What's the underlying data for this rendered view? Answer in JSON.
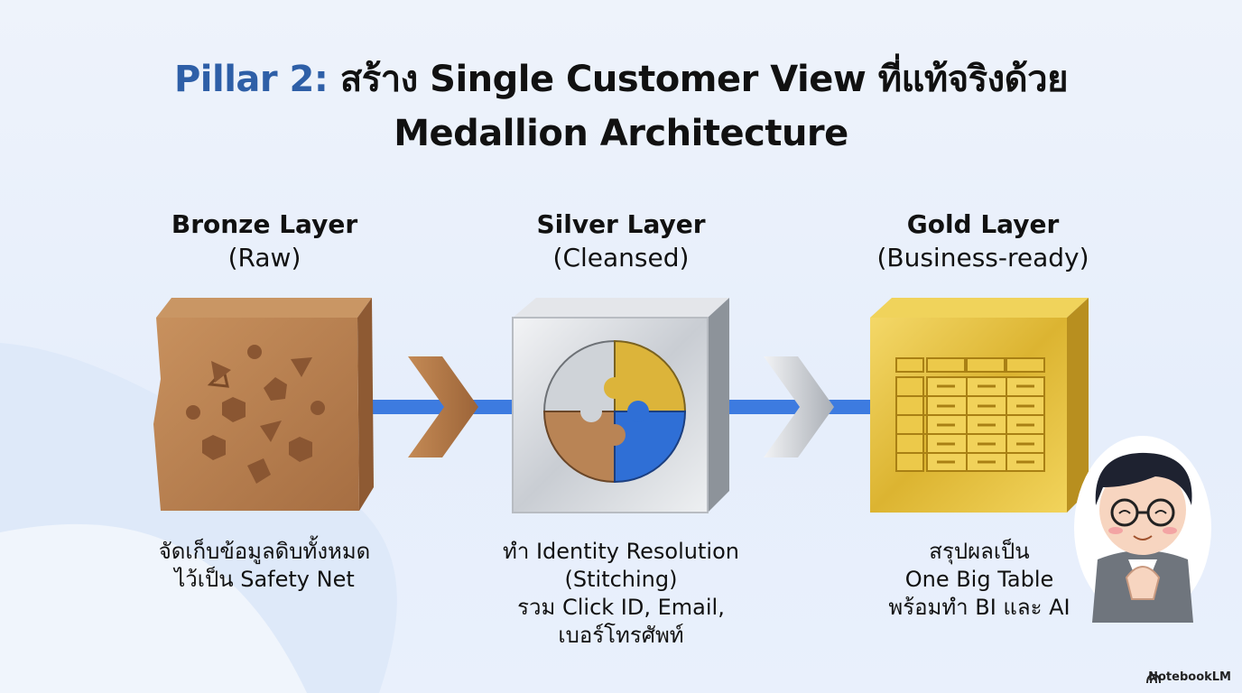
{
  "title": {
    "accent": "Pillar 2:",
    "rest": "สร้าง Single Customer View ที่แท้จริงด้วย",
    "line2": "Medallion Architecture"
  },
  "layers": [
    {
      "name": "Bronze Layer",
      "sub": "(Raw)",
      "desc": [
        "จัดเก็บข้อมูลดิบทั้งหมด",
        "ไว้เป็น Safety Net"
      ],
      "color": "#b07a4c"
    },
    {
      "name": "Silver Layer",
      "sub": "(Cleansed)",
      "desc": [
        "ทำ Identity Resolution",
        "(Stitching)",
        "รวม Click ID, Email,",
        "เบอร์โทรศัพท์"
      ],
      "color": "#c7ccd2"
    },
    {
      "name": "Gold Layer",
      "sub": "(Business-ready)",
      "desc": [
        "สรุปผลเป็น",
        "One Big Table",
        "พร้อมทำ BI และ AI"
      ],
      "color": "#e5c24a"
    }
  ],
  "colors": {
    "accent": "#2e5fa7",
    "connector": "#3d7be0",
    "puzzle_blue": "#2f6fd6"
  },
  "icons": [
    "bronze-rock-block-icon",
    "puzzle-cube-icon",
    "table-cube-icon",
    "chevron-right-icon",
    "mascot-avatar-icon",
    "notebooklm-logo-icon"
  ],
  "badge": "NotebookLM"
}
